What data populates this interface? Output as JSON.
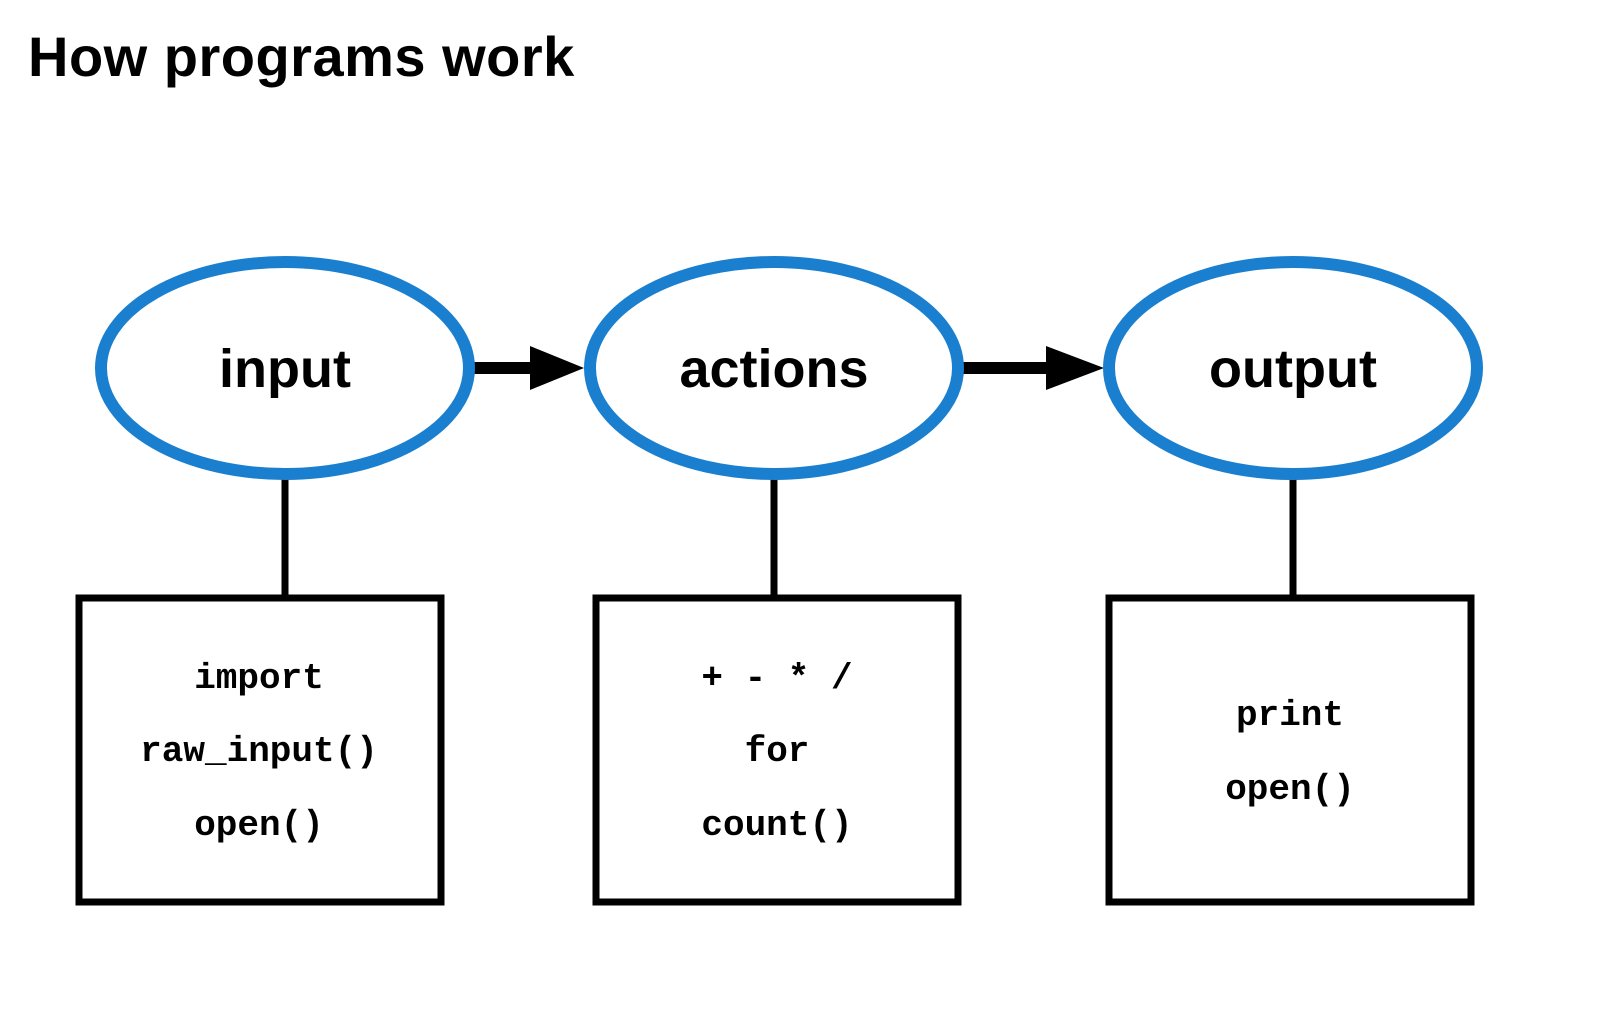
{
  "title": "How programs work",
  "colors": {
    "ellipse_stroke": "#1a7fcf",
    "line": "#000000",
    "background": "#ffffff"
  },
  "stages": [
    {
      "label": "input",
      "items": [
        "import",
        "raw_input()",
        "open()"
      ]
    },
    {
      "label": "actions",
      "items": [
        "+ - * /",
        "for",
        "count()"
      ]
    },
    {
      "label": "output",
      "items": [
        "print",
        "open()"
      ]
    }
  ]
}
